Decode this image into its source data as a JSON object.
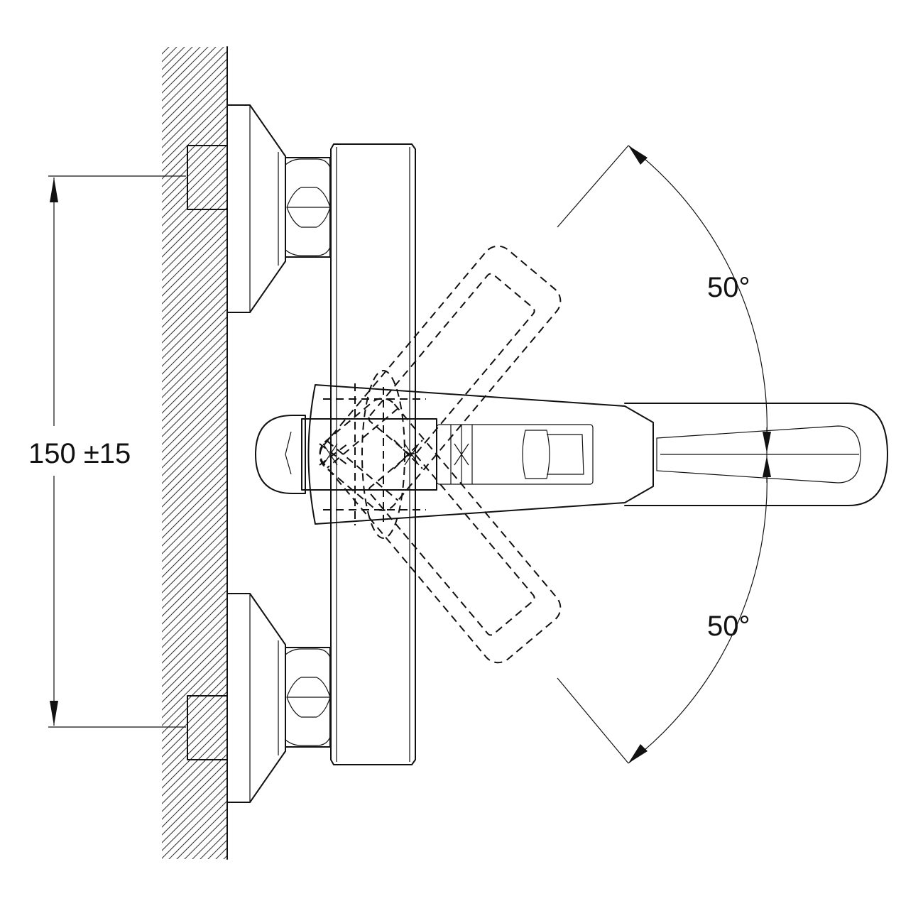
{
  "dimensions": {
    "spacing_label": "150 ±15",
    "upper_swivel_label": "50°",
    "lower_swivel_label": "50°"
  },
  "colors": {
    "line": "#111111",
    "background": "#ffffff"
  }
}
